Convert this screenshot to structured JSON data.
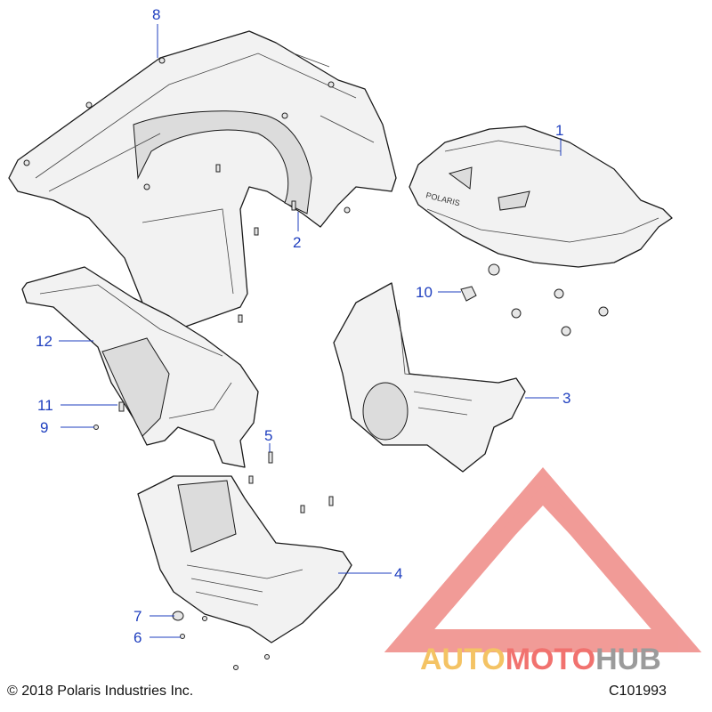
{
  "diagram": {
    "callouts": [
      {
        "id": "1",
        "label": "1"
      },
      {
        "id": "2",
        "label": "2"
      },
      {
        "id": "3",
        "label": "3"
      },
      {
        "id": "4",
        "label": "4"
      },
      {
        "id": "5",
        "label": "5"
      },
      {
        "id": "6",
        "label": "6"
      },
      {
        "id": "7",
        "label": "7"
      },
      {
        "id": "8",
        "label": "8"
      },
      {
        "id": "9",
        "label": "9"
      },
      {
        "id": "10",
        "label": "10"
      },
      {
        "id": "11",
        "label": "11"
      },
      {
        "id": "12",
        "label": "12"
      }
    ],
    "callout_color": "#1f3fbf",
    "seat_logo": "POLARIS"
  },
  "footer": {
    "copyright": "© 2018 Polaris Industries Inc.",
    "diagram_code": "C101993"
  },
  "watermark": {
    "part1": "AUTO",
    "part2": "MOTO",
    "part3": "HUB",
    "colors": {
      "auto": "#f3b94a",
      "moto": "#ef5a56",
      "hub": "#8a8a8a"
    }
  }
}
